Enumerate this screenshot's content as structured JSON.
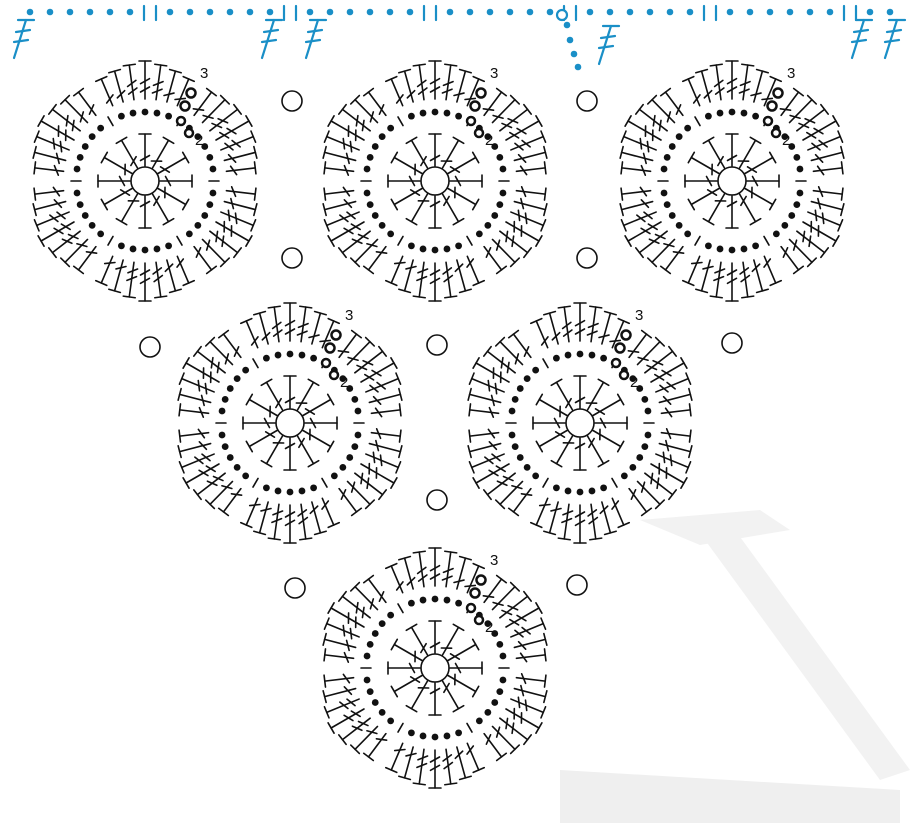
{
  "diagram": {
    "type": "crochet-chart",
    "motif_count": 6,
    "motif_arrangement": [
      3,
      2,
      1
    ],
    "round_labels": [
      "2",
      "3"
    ],
    "colors": {
      "stitch_ink": "#111111",
      "border_accent": "#1a8fc7",
      "background": "#ffffff",
      "watermark": "#eeeeee"
    },
    "legend_icons": [
      "chain-dot",
      "double-crochet-symbol",
      "treble-crochet-symbol",
      "join-ring",
      "magic-ring"
    ]
  }
}
